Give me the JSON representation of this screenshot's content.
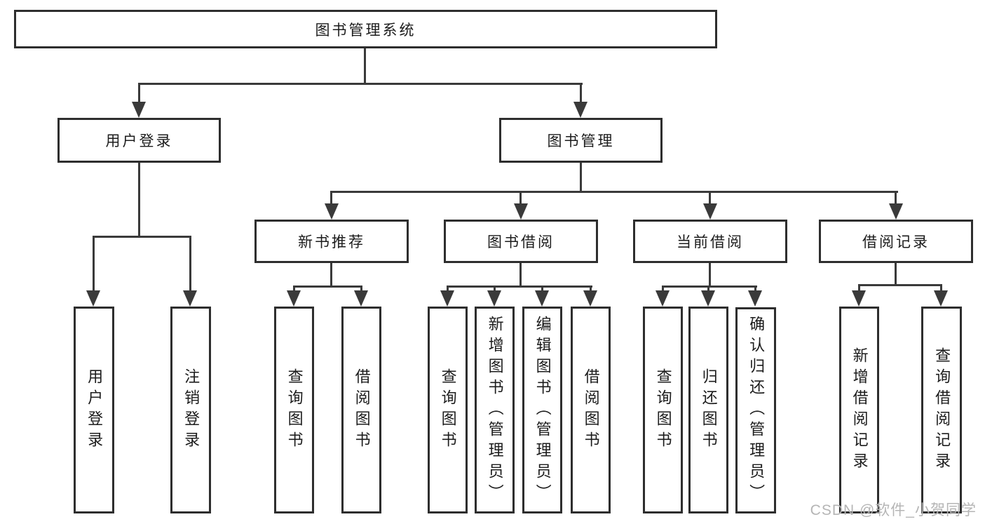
{
  "diagram": {
    "nodes": {
      "root": "图书管理系统",
      "user_login": "用户登录",
      "book_mgmt": "图书管理",
      "new_book_rec": "新书推荐",
      "book_borrow": "图书借阅",
      "current_borrow": "当前借阅",
      "borrow_records": "借阅记录",
      "ul_user_login": "用户登录",
      "ul_logout": "注销登录",
      "nb_query_books": "查询图书",
      "nb_borrow_books": "借阅图书",
      "bb_query_books": "查询图书",
      "bb_add_books_admin": "新增图书（管理员）",
      "bb_edit_books_admin": "编辑图书（管理员）",
      "bb_borrow_books": "借阅图书",
      "cb_query_books": "查询图书",
      "cb_return_books": "归还图书",
      "cb_confirm_return_admin": "确认归还（管理员）",
      "br_add_record": "新增借阅记录",
      "br_query_record": "查询借阅记录"
    },
    "watermark": "CSDN @软件_小贺同学",
    "colors": {
      "line": "#3a3a3a",
      "box_border": "#2e2e2e",
      "text": "#1c1c1c",
      "watermark": "#b5b5b5",
      "background": "#ffffff"
    }
  }
}
